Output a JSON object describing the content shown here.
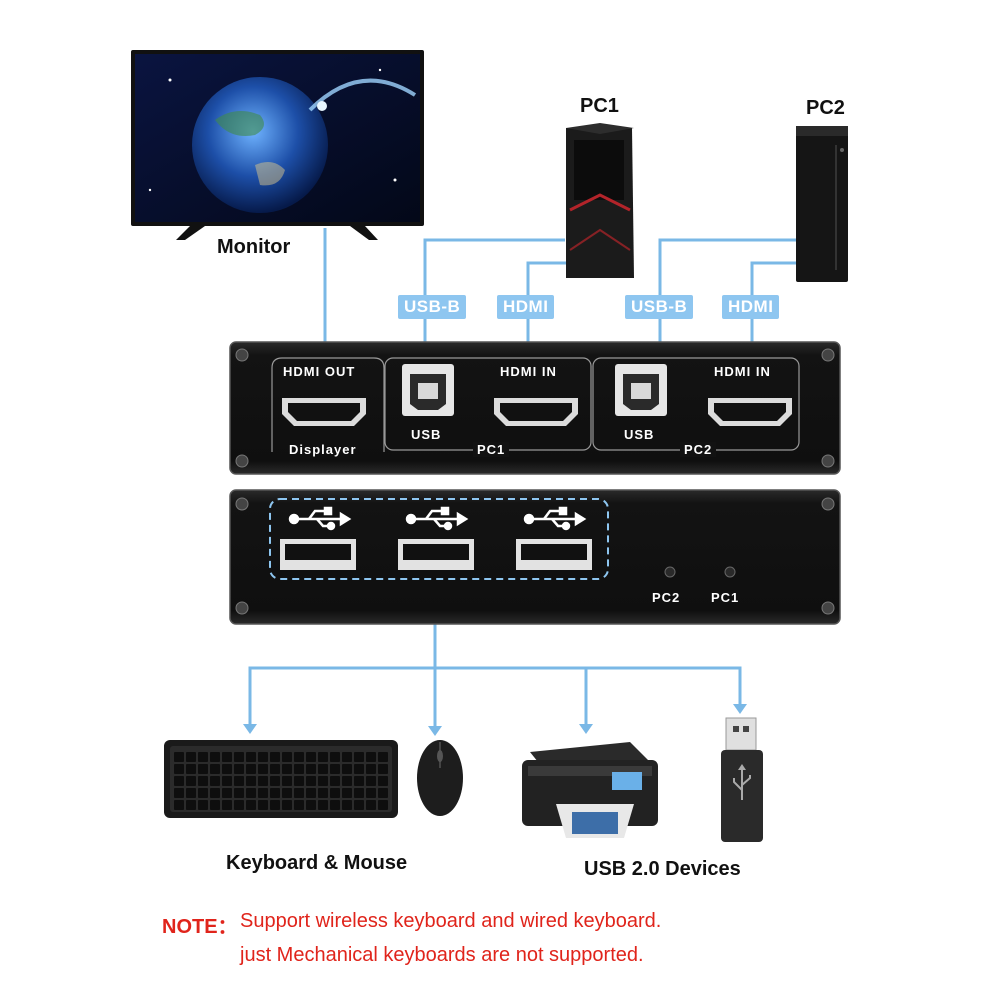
{
  "devices": {
    "monitor": "Monitor",
    "pc1": "PC1",
    "pc2": "PC2",
    "keyboard_mouse": "Keyboard & Mouse",
    "usb_devices": "USB 2.0 Devices"
  },
  "cable_tags": {
    "pc1_usb": "USB-B",
    "pc1_hdmi": "HDMI",
    "pc2_usb": "USB-B",
    "pc2_hdmi": "HDMI"
  },
  "top_panel": {
    "hdmi_out": "HDMI OUT",
    "displayer": "Displayer",
    "pc1_hdmi_in": "HDMI IN",
    "pc1_usb": "USB",
    "pc1_group": "PC1",
    "pc2_hdmi_in": "HDMI IN",
    "pc2_usb": "USB",
    "pc2_group": "PC2"
  },
  "bottom_panel": {
    "led_pc2": "PC2",
    "led_pc1": "PC1"
  },
  "note": {
    "prefix": "NOTE：",
    "line1": "Support wireless keyboard and wired keyboard.",
    "line2": "just Mechanical keyboards are not supported."
  },
  "colors": {
    "cable": "#7ab8e6",
    "tag": "#8ec6f0",
    "panel": "#121212",
    "note_red": "#e0241b"
  }
}
